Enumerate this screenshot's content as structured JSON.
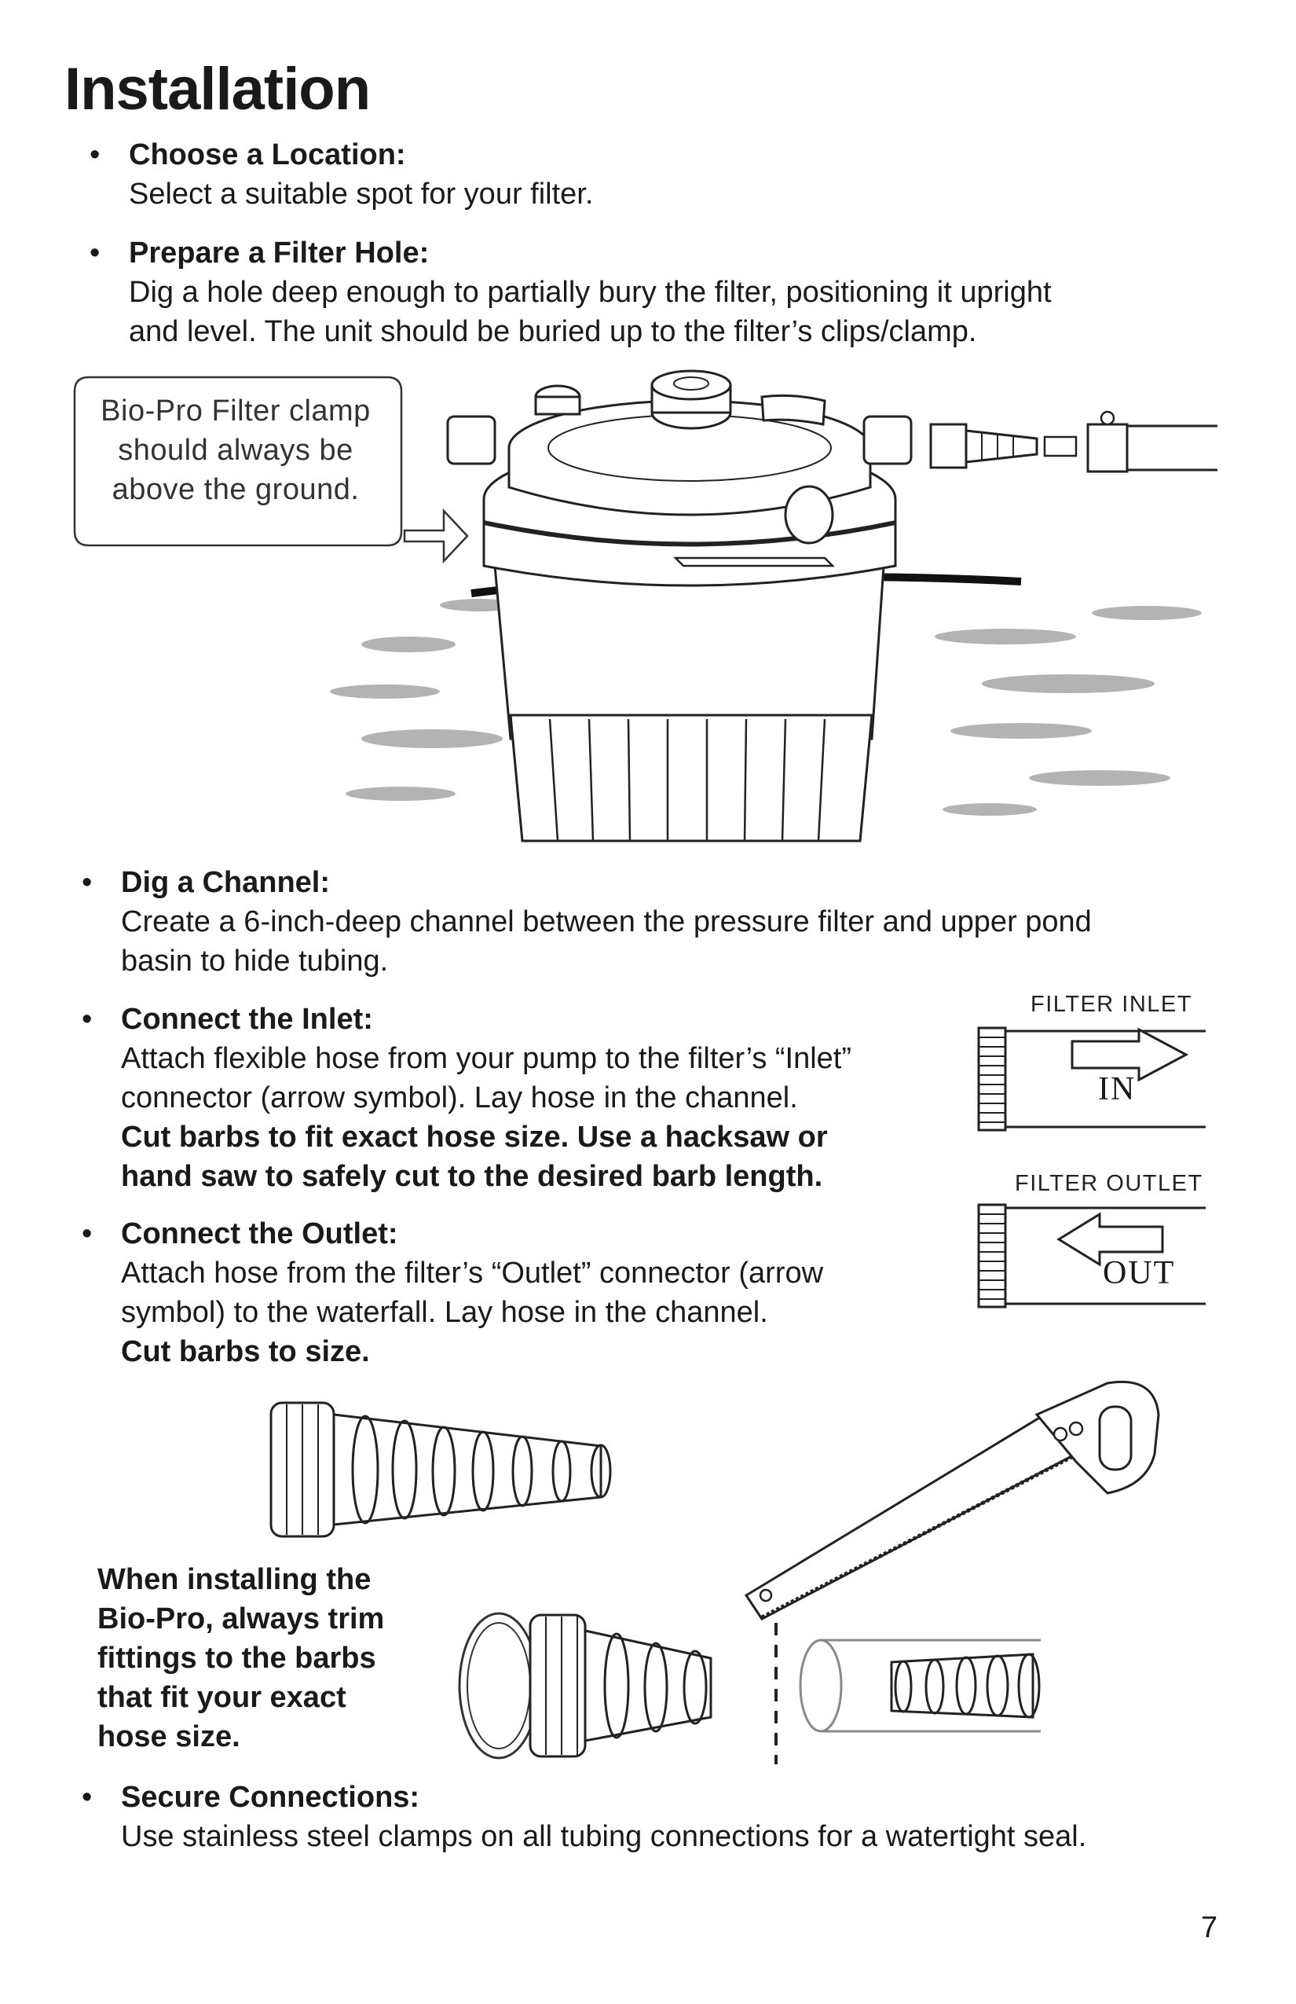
{
  "page": {
    "title": "Installation",
    "page_number": "7"
  },
  "steps": [
    {
      "heading": "Choose a Location:",
      "body": [
        "Select a suitable spot for your filter."
      ]
    },
    {
      "heading": "Prepare a Filter Hole:",
      "body": [
        "Dig a hole deep enough to partially bury the filter, positioning it upright",
        "and level. The unit should be buried up to the filter’s clips/clamp."
      ]
    },
    {
      "heading": "Dig a Channel:",
      "body": [
        "Create a 6-inch-deep channel between the pressure filter and upper pond",
        "basin to hide tubing."
      ]
    },
    {
      "heading": "Connect the Inlet:",
      "body": [
        "Attach flexible hose from your pump to the filter’s “Inlet”",
        "connector (arrow symbol). Lay hose in the channel."
      ],
      "bold": [
        "Cut barbs to fit exact hose size. Use a hacksaw or",
        "hand saw to safely cut to the desired barb length."
      ]
    },
    {
      "heading": "Connect the Outlet:",
      "body": [
        "Attach hose from the filter’s “Outlet” connector (arrow",
        "symbol) to the waterfall. Lay hose in the channel."
      ],
      "bold": [
        "Cut barbs to size."
      ]
    },
    {
      "heading": "Secure Connections:",
      "body": [
        "Use stainless steel clamps on all tubing connections for a watertight seal."
      ]
    }
  ],
  "callout": {
    "lines": [
      "Bio-Pro Filter clamp",
      "should always be",
      "above the ground."
    ]
  },
  "connectors": {
    "inlet_title": "FILTER INLET",
    "inlet_mark": "IN",
    "outlet_title": "FILTER OUTLET",
    "outlet_mark": "OUT"
  },
  "trim_note": {
    "lines": [
      "When installing the",
      "Bio-Pro, always trim",
      "fittings to the barbs",
      "that fit your exact",
      "hose size."
    ]
  },
  "icons": [
    "filter-illustration",
    "hose-barb-fitting",
    "hand-saw",
    "o-ring",
    "hose-tube"
  ]
}
